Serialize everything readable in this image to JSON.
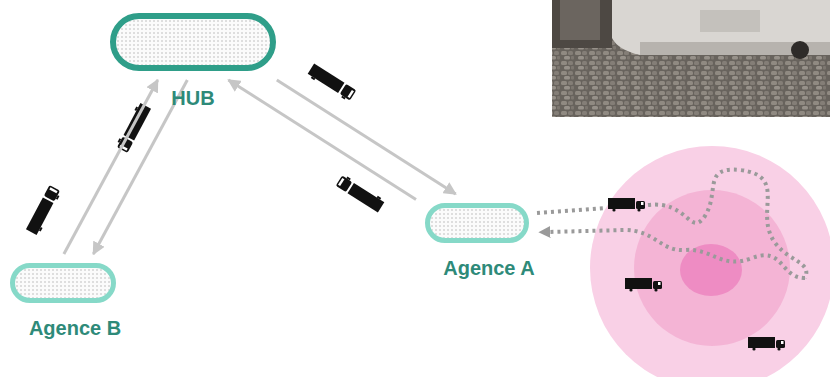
{
  "diagram": {
    "nodes": [
      {
        "text": [
          "HUB"
        ]
      },
      {
        "text": [
          "Agence A"
        ]
      },
      {
        "text": [
          "Agence B"
        ]
      }
    ],
    "edges": [
      {
        "from": 2,
        "to": 0,
        "arrow": "to"
      },
      {
        "from": 0,
        "to": 2,
        "arrow": "to"
      },
      {
        "from": 0,
        "to": 1,
        "arrow": "to"
      },
      {
        "from": 1,
        "to": 0,
        "arrow": "to"
      }
    ]
  }
}
